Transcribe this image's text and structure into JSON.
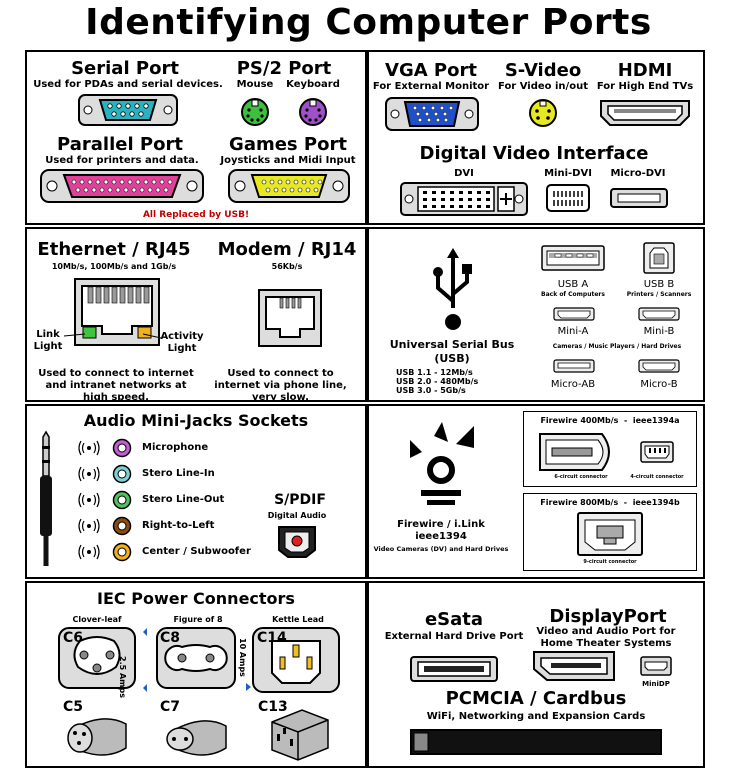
{
  "title": "Identifying Computer Ports",
  "legacy": {
    "serial": {
      "title": "Serial Port",
      "desc": "Used for PDAs and serial devices."
    },
    "ps2": {
      "title": "PS/2 Port",
      "mouse": "Mouse",
      "keyboard": "Keyboard",
      "mouse_color": "#3fbf3f",
      "keyboard_color": "#a050c8"
    },
    "parallel": {
      "title": "Parallel Port",
      "desc": "Used for printers and data."
    },
    "games": {
      "title": "Games Port",
      "desc": "Joysticks and Midi Input"
    },
    "note": "All Replaced by USB!",
    "note_color": "#c00000"
  },
  "video": {
    "vga": {
      "title": "VGA Port",
      "desc": "For External Monitor"
    },
    "svideo": {
      "title": "S-Video",
      "desc": "For Video in/out"
    },
    "hdmi": {
      "title": "HDMI",
      "desc": "For High End TVs"
    },
    "dvi": {
      "title": "Digital Video Interface",
      "dvi": "DVI",
      "mini": "Mini-DVI",
      "micro": "Micro-DVI"
    }
  },
  "network": {
    "ethernet": {
      "title": "Ethernet / RJ45",
      "speeds": "10Mb/s, 100Mb/s and 1Gb/s",
      "link": "Link\nLight",
      "activity": "Activity\nLight",
      "desc": "Used to connect to internet and intranet networks at high speed."
    },
    "modem": {
      "title": "Modem / RJ14",
      "speed": "56Kb/s",
      "desc": "Used to connect to internet via phone line, very slow."
    }
  },
  "usb": {
    "title": "Universal Serial Bus (USB)",
    "speeds": [
      "USB 1.1 - 12Mb/s",
      "USB 2.0 - 480Mb/s",
      "USB 3.0 - 5Gb/s"
    ],
    "usb_a": "USB A",
    "usb_a_sub": "Back of Computers",
    "usb_b": "USB B",
    "usb_b_sub": "Printers / Scanners",
    "mini_a": "Mini-A",
    "mini_b": "Mini-B",
    "mini_sub": "Cameras / Music Players / Hard Drives",
    "micro_ab": "Micro-AB",
    "micro_b": "Micro-B"
  },
  "audio": {
    "title": "Audio Mini-Jacks Sockets",
    "jacks": [
      {
        "label": "Microphone",
        "color": "#c060d0"
      },
      {
        "label": "Stero Line-In",
        "color": "#80d0d8"
      },
      {
        "label": "Stero Line-Out",
        "color": "#50c060"
      },
      {
        "label": "Right-to-Left",
        "color": "#8a4a10"
      },
      {
        "label": "Center / Subwoofer",
        "color": "#f0b020"
      }
    ],
    "spdif": {
      "title": "S/PDIF",
      "desc": "Digital Audio"
    }
  },
  "firewire": {
    "title": "Firewire / i.Link",
    "subtitle": "ieee1394",
    "desc": "Video Cameras (DV) and Hard Drives",
    "fw400": {
      "title": "Firewire 400Mb/s  -  ieee1394a",
      "six": "6-circuit connector",
      "four": "4-circuit connector"
    },
    "fw800": {
      "title": "Firewire 800Mb/s  -  ieee1394b",
      "nine": "9-circuit connector"
    }
  },
  "power": {
    "title": "IEC Power Connectors",
    "cloverleaf": "Clover-leaf",
    "figure8": "Figure of 8",
    "kettle": "Kettle Lead",
    "c6": "C6",
    "c8": "C8",
    "c14": "C14",
    "c5": "C5",
    "c7": "C7",
    "c13": "C13",
    "amps25": "2.5 Amps",
    "amps10": "10 Amps"
  },
  "misc": {
    "esata": {
      "title": "eSata",
      "desc": "External Hard Drive Port"
    },
    "displayport": {
      "title": "DisplayPort",
      "desc": "Video and Audio Port for Home Theater Systems",
      "mini": "MiniDP"
    },
    "pcmcia": {
      "title": "PCMCIA / Cardbus",
      "desc": "WiFi, Networking and Expansion Cards"
    }
  }
}
